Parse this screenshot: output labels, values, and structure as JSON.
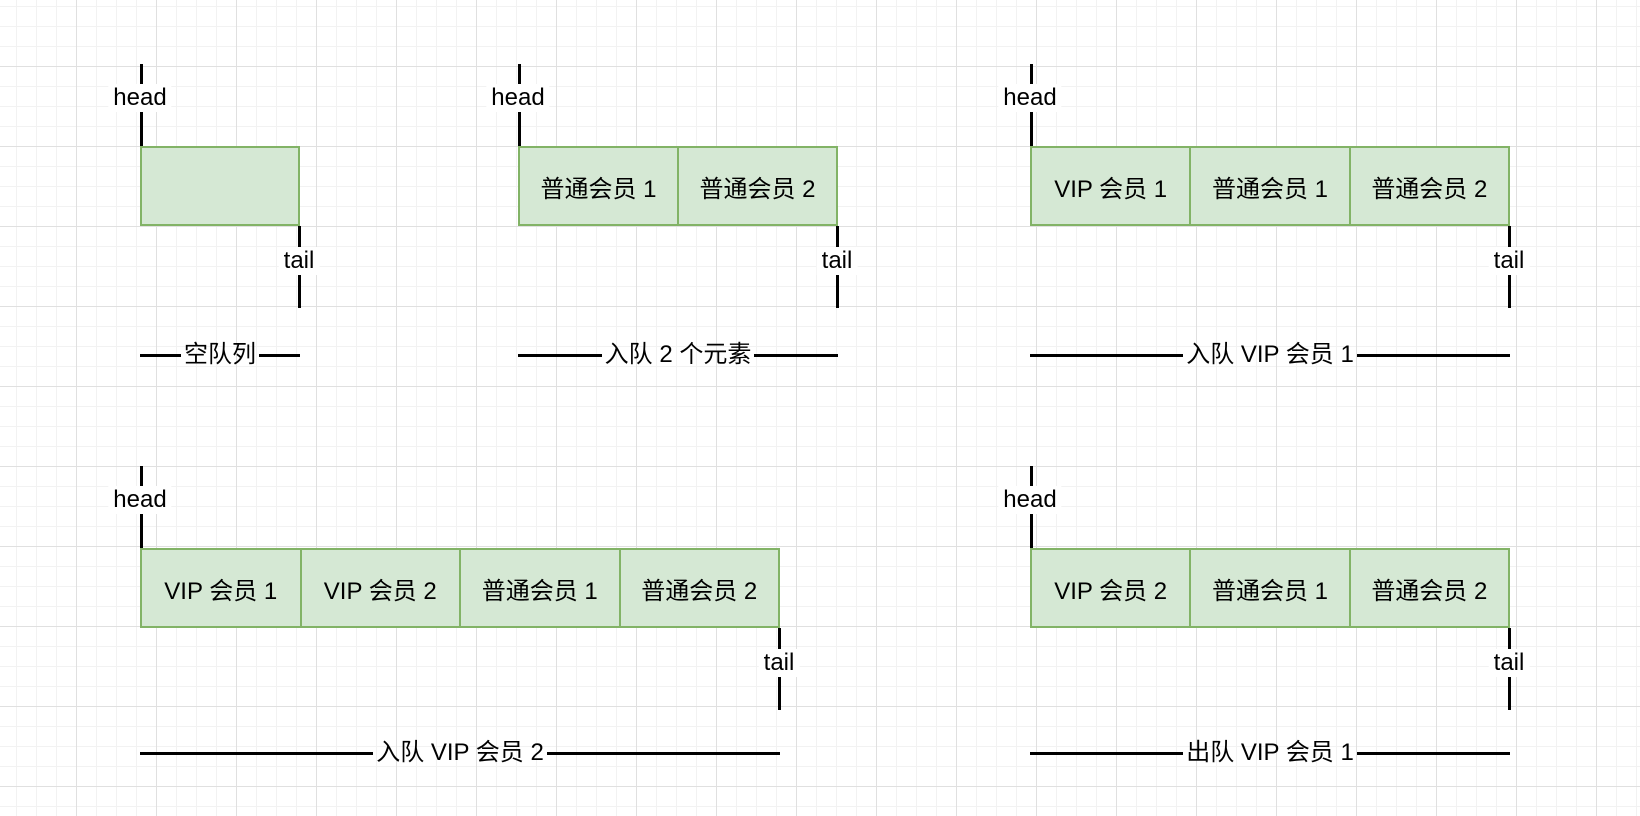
{
  "canvas": {
    "background": "#ffffff",
    "grid_minor_color": "#f2f2f2",
    "grid_major_color": "#e0e0e0"
  },
  "palette": {
    "cell_fill": "#d5e8d4",
    "cell_border": "#82b366",
    "line_color": "#000000",
    "text_color": "#000000"
  },
  "diagrams": [
    {
      "id": "empty-queue",
      "head_label": "head",
      "tail_label": "tail",
      "cells": [
        ""
      ],
      "caption": "空队列"
    },
    {
      "id": "enqueue-two-elements",
      "head_label": "head",
      "tail_label": "tail",
      "cells": [
        "普通会员 1",
        "普通会员 2"
      ],
      "caption": "入队 2 个元素"
    },
    {
      "id": "enqueue-vip-member-1",
      "head_label": "head",
      "tail_label": "tail",
      "cells": [
        "VIP 会员 1",
        "普通会员 1",
        "普通会员 2"
      ],
      "caption": "入队 VIP 会员 1"
    },
    {
      "id": "enqueue-vip-member-2",
      "head_label": "head",
      "tail_label": "tail",
      "cells": [
        "VIP 会员 1",
        "VIP 会员 2",
        "普通会员 1",
        "普通会员 2"
      ],
      "caption": "入队 VIP 会员 2"
    },
    {
      "id": "dequeue-vip-member-1",
      "head_label": "head",
      "tail_label": "tail",
      "cells": [
        "VIP 会员 2",
        "普通会员 1",
        "普通会员 2"
      ],
      "caption": "出队 VIP 会员 1"
    }
  ]
}
